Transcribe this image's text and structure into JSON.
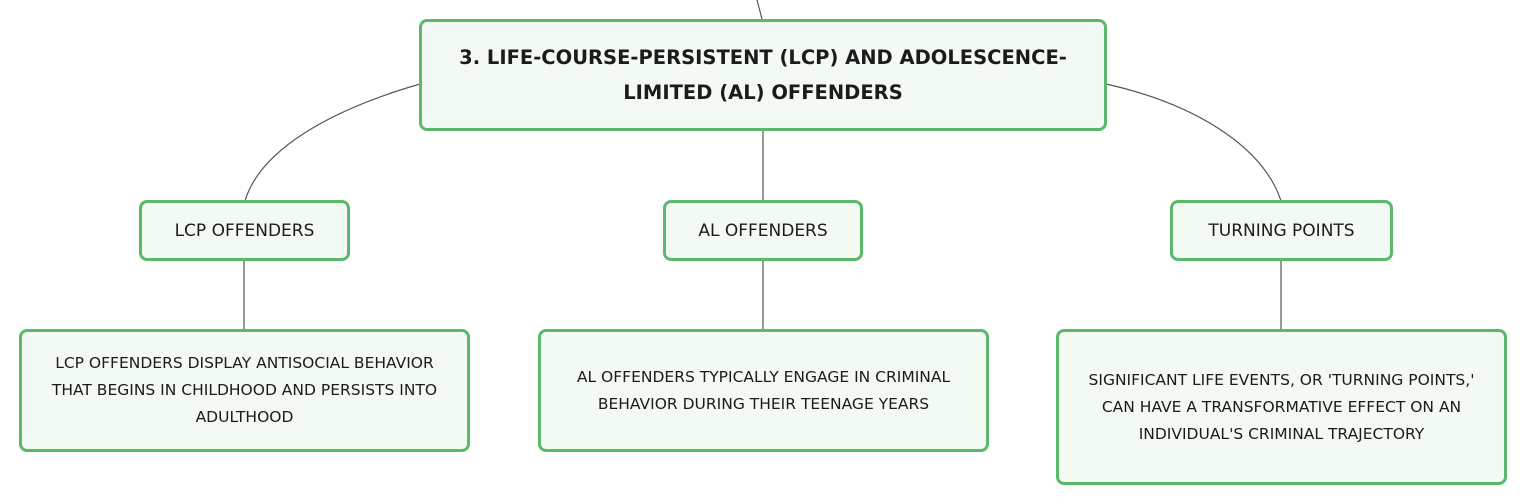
{
  "diagram": {
    "root": {
      "label": "3. LIFE-COURSE-PERSISTENT (LCP) AND ADOLESCENCE-LIMITED (AL) OFFENDERS"
    },
    "branches": [
      {
        "label": "LCP OFFENDERS",
        "detail": "LCP OFFENDERS DISPLAY ANTISOCIAL BEHAVIOR THAT BEGINS IN CHILDHOOD AND PERSISTS INTO ADULTHOOD"
      },
      {
        "label": "AL OFFENDERS",
        "detail": "AL OFFENDERS TYPICALLY ENGAGE IN CRIMINAL BEHAVIOR DURING THEIR TEENAGE YEARS"
      },
      {
        "label": "TURNING POINTS",
        "detail": "SIGNIFICANT LIFE EVENTS, OR 'TURNING POINTS,' CAN HAVE A TRANSFORMATIVE EFFECT ON AN INDIVIDUAL'S CRIMINAL TRAJECTORY"
      }
    ],
    "colors": {
      "node_border": "#5cb96b",
      "node_fill": "#f3faf4",
      "connector": "#555555",
      "text": "#1b1b1b"
    }
  }
}
